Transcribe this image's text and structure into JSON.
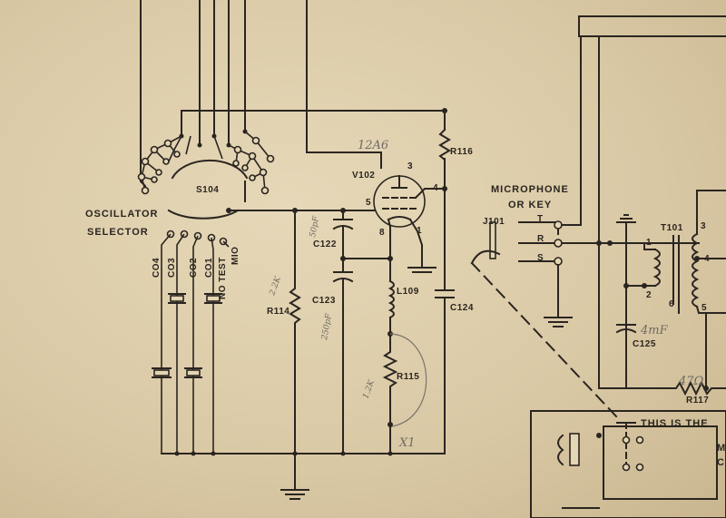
{
  "labels": {
    "osc_line1": "OSCILLATOR",
    "osc_line2": "SELECTOR",
    "s104": "S104",
    "v102": "V102",
    "pin3": "3",
    "pin4": "4",
    "pin5": "5",
    "pin8": "8",
    "pin1": "1",
    "r116": "R116",
    "r114": "R114",
    "r115": "R115",
    "r117": "R117",
    "c122": "C122",
    "c123": "C123",
    "c124": "C124",
    "c125": "C125",
    "l109": "L109",
    "co4": "CO4",
    "co3": "CO3",
    "co2": "CO2",
    "co1": "CO1",
    "notest": "NO TEST",
    "mio": "MIO",
    "mic1": "MICROPHONE",
    "mic2": "OR KEY",
    "j101": "J101",
    "t": "T",
    "r": "R",
    "s": "S",
    "t101": "T101",
    "t3": "3",
    "t4": "4",
    "t5": "5",
    "t1": "1",
    "t2": "2",
    "t6": "6",
    "this_is_the": "THIS IS THE",
    "m": "M",
    "c": "C"
  },
  "pencil": {
    "tube": "12A6",
    "c122_val": "50pF",
    "c123_val": "250pF",
    "r114_val": "2.2K",
    "r115_val": "1.2K",
    "x1": "X1",
    "c125_val": "4mF",
    "r117_val": "47Ω"
  }
}
